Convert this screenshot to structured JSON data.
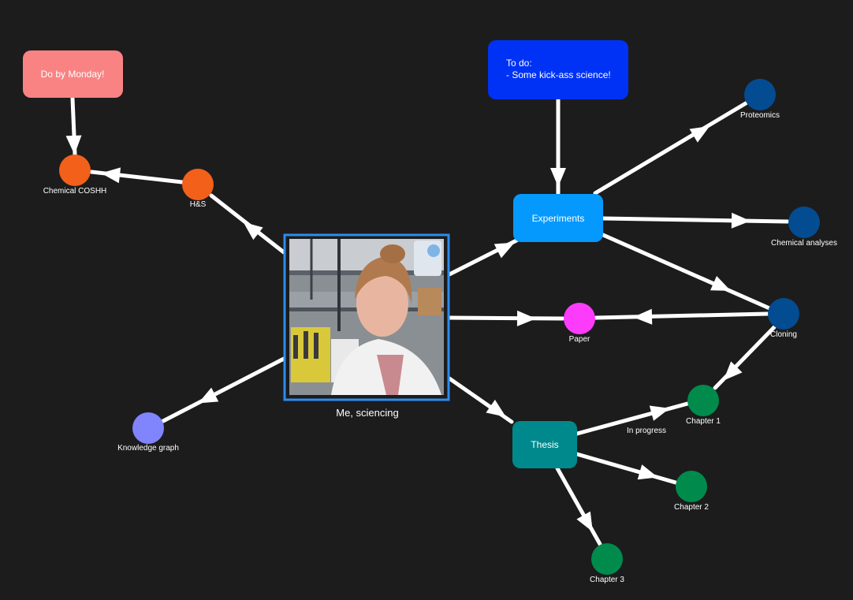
{
  "diagram": {
    "background": "#1c1c1c",
    "nodes": {
      "do_by_monday": {
        "label": "Do by Monday!",
        "color": "#f98383",
        "shape": "box"
      },
      "todo": {
        "label_lines": [
          "To do:",
          "- Some kick-ass science!"
        ],
        "color": "#0032f5",
        "shape": "box"
      },
      "experiments": {
        "label": "Experiments",
        "color": "#0599fd",
        "shape": "box"
      },
      "thesis": {
        "label": "Thesis",
        "color": "#00898c",
        "shape": "box"
      },
      "me": {
        "label": "Me, sciencing",
        "color": "#2b8df0",
        "shape": "image",
        "icon": "scientist-photo"
      },
      "chemical_coshh": {
        "label": "Chemical COSHH",
        "color": "#f2601a",
        "shape": "dot"
      },
      "hs": {
        "label": "H&S",
        "color": "#f2601a",
        "shape": "dot"
      },
      "proteomics": {
        "label": "Proteomics",
        "color": "#034c92",
        "shape": "dot"
      },
      "chemical_analyses": {
        "label": "Chemical analyses",
        "color": "#034c92",
        "shape": "dot"
      },
      "cloning": {
        "label": "Cloning",
        "color": "#034c92",
        "shape": "dot"
      },
      "paper": {
        "label": "Paper",
        "color": "#fd3cfb",
        "shape": "dot"
      },
      "chapter1": {
        "label": "Chapter 1",
        "color": "#008b4c",
        "shape": "dot"
      },
      "chapter2": {
        "label": "Chapter 2",
        "color": "#008b4c",
        "shape": "dot"
      },
      "chapter3": {
        "label": "Chapter 3",
        "color": "#008b4c",
        "shape": "dot"
      },
      "knowledge_graph": {
        "label": "Knowledge graph",
        "color": "#8084fd",
        "shape": "dot"
      }
    },
    "edges": [
      {
        "from": "do_by_monday",
        "to": "chemical_coshh",
        "label": ""
      },
      {
        "from": "hs",
        "to": "chemical_coshh",
        "label": ""
      },
      {
        "from": "me",
        "to": "hs",
        "label": ""
      },
      {
        "from": "me",
        "to": "experiments",
        "label": ""
      },
      {
        "from": "todo",
        "to": "experiments",
        "label": ""
      },
      {
        "from": "experiments",
        "to": "proteomics",
        "label": ""
      },
      {
        "from": "experiments",
        "to": "chemical_analyses",
        "label": ""
      },
      {
        "from": "experiments",
        "to": "cloning",
        "label": ""
      },
      {
        "from": "me",
        "to": "paper",
        "label": ""
      },
      {
        "from": "cloning",
        "to": "paper",
        "label": ""
      },
      {
        "from": "cloning",
        "to": "chapter1",
        "label": ""
      },
      {
        "from": "me",
        "to": "thesis",
        "label": ""
      },
      {
        "from": "me",
        "to": "knowledge_graph",
        "label": ""
      },
      {
        "from": "thesis",
        "to": "chapter1",
        "label": "In progress"
      },
      {
        "from": "thesis",
        "to": "chapter2",
        "label": ""
      },
      {
        "from": "thesis",
        "to": "chapter3",
        "label": ""
      }
    ]
  }
}
